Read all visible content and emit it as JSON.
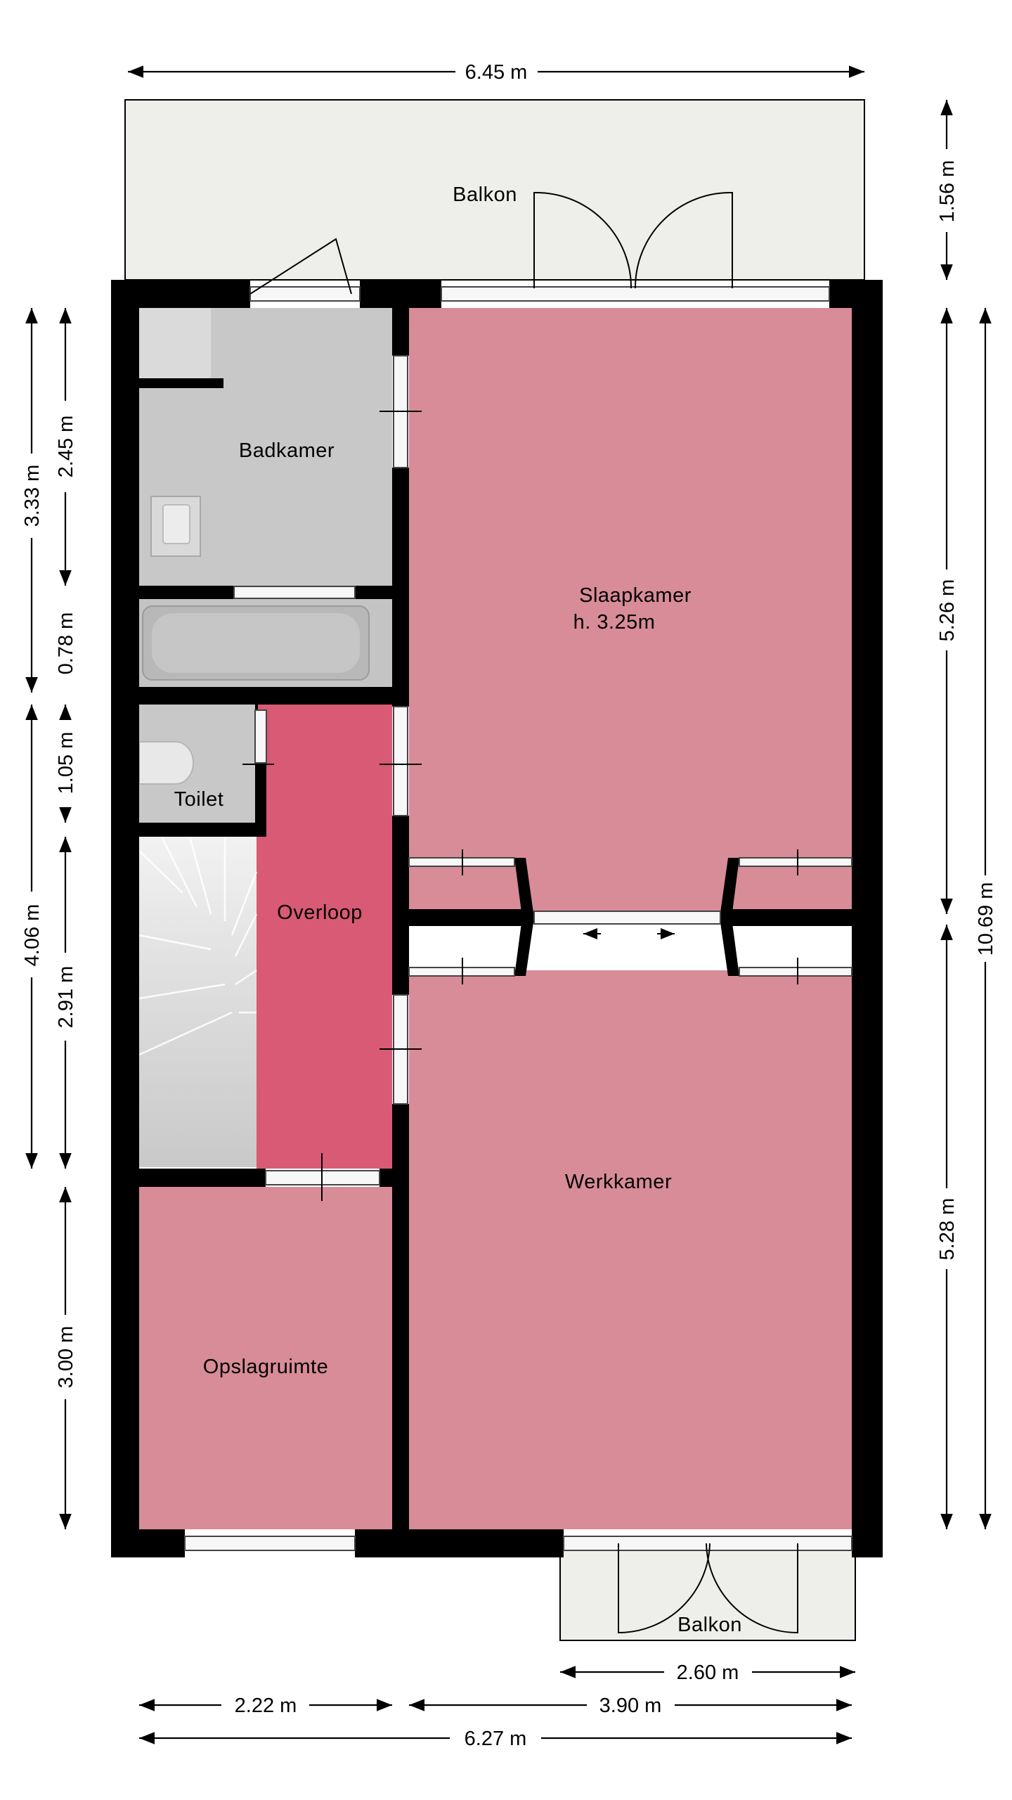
{
  "plan": {
    "rooms": {
      "balkon_top": "Balkon",
      "badkamer": "Badkamer",
      "slaapkamer": "Slaapkamer",
      "slaapkamer_height": "h. 3.25m",
      "toilet": "Toilet",
      "overloop": "Overloop",
      "werkkamer": "Werkkamer",
      "opslagruimte": "Opslagruimte",
      "balkon_bottom": "Balkon"
    },
    "dimensions": {
      "top_width": "6.45 m",
      "balkon_depth": "1.56 m",
      "slaapkamer_depth": "5.26 m",
      "total_depth": "10.69 m",
      "werkkamer_depth": "5.28 m",
      "left_outer_upper": "3.33 m",
      "left_outer_lower": "4.06 m",
      "badkamer_depth": "2.45 m",
      "bath_depth": "0.78 m",
      "toilet_depth": "1.05 m",
      "overloop_depth": "2.91 m",
      "opslag_depth": "3.00 m",
      "balkon_bottom_width": "2.60 m",
      "bottom_left_width": "2.22 m",
      "bottom_right_width": "3.90 m",
      "bottom_total_width": "6.27 m"
    },
    "colors": {
      "room_pink": "#d88c98",
      "overloop_red": "#d95a75",
      "wet_room_grey": "#c8c8c8",
      "balcony": "#eeefeb",
      "wall": "#000000"
    }
  }
}
